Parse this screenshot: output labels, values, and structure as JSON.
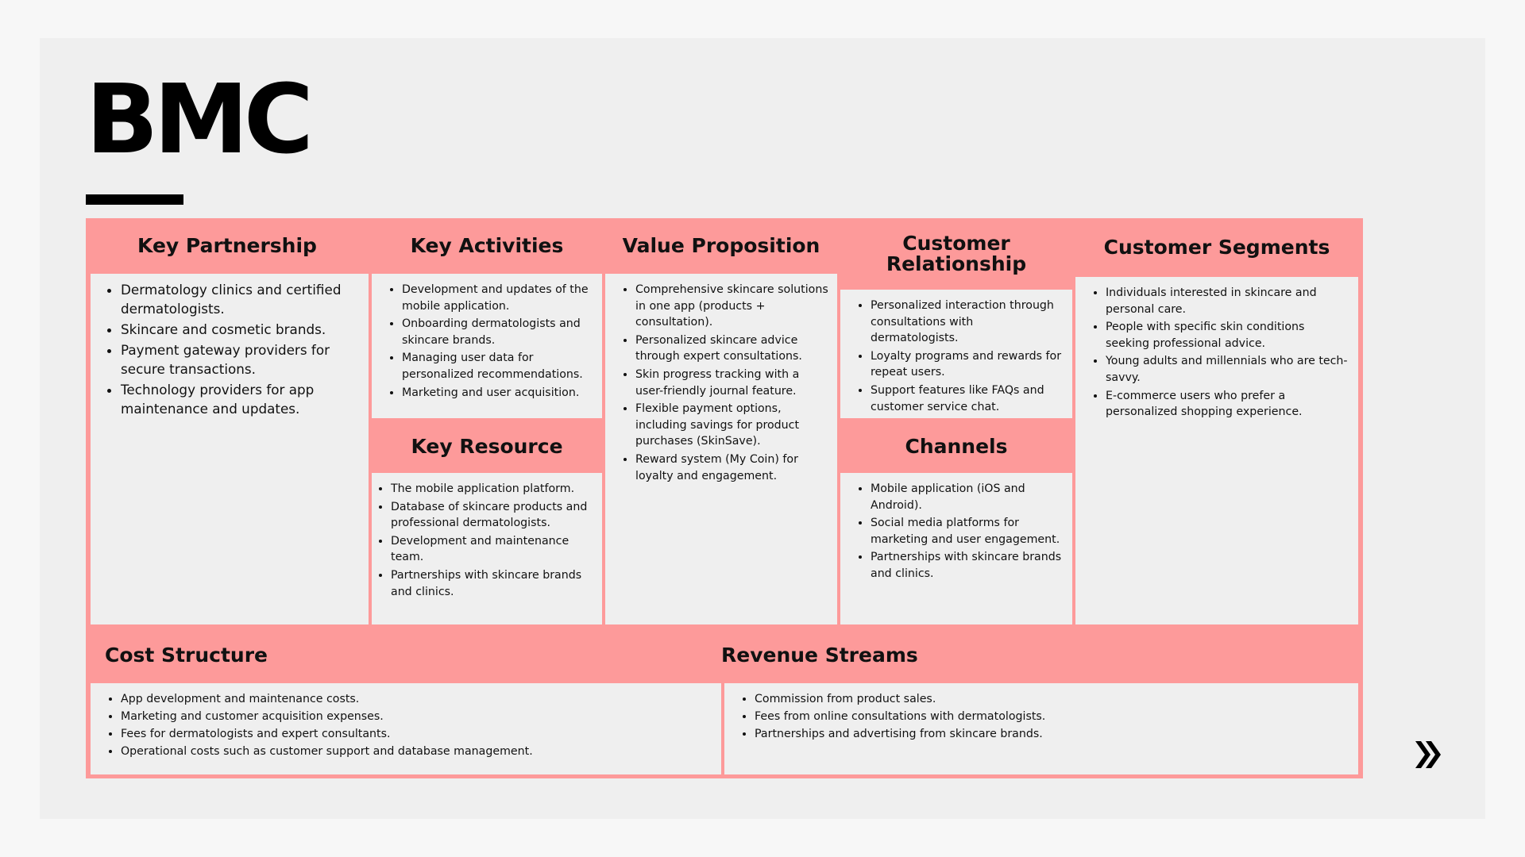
{
  "title": "BMC",
  "accent_color": "#fd9a9a",
  "sections": {
    "key_partnership": {
      "title": "Key Partnership",
      "items": [
        "Dermatology clinics and certified dermatologists.",
        "Skincare and cosmetic brands.",
        "Payment gateway providers for secure transactions.",
        "Technology providers for app maintenance and updates."
      ]
    },
    "key_activities": {
      "title": "Key Activities",
      "items": [
        "Development and updates of the mobile application.",
        "Onboarding dermatologists and skincare brands.",
        "Managing user data for personalized recommendations.",
        "Marketing and user acquisition."
      ]
    },
    "key_resource": {
      "title": "Key Resource",
      "items": [
        "The mobile application platform.",
        "Database of skincare products and professional dermatologists.",
        "Development and maintenance team.",
        "Partnerships with skincare brands and clinics."
      ]
    },
    "value_proposition": {
      "title": "Value Proposition",
      "items": [
        "Comprehensive skincare solutions in one app (products + consultation).",
        "Personalized skincare advice through expert consultations.",
        "Skin progress tracking with a user-friendly journal feature.",
        "Flexible payment options, including savings for product purchases (SkinSave).",
        "Reward system (My Coin) for loyalty and engagement."
      ]
    },
    "customer_relationship": {
      "title": "Customer Relationship",
      "items": [
        "Personalized interaction through consultations with dermatologists.",
        "Loyalty programs and rewards for repeat users.",
        "Support features like FAQs and customer service chat."
      ]
    },
    "channels": {
      "title": "Channels",
      "items": [
        "Mobile application (iOS and Android).",
        "Social media platforms for marketing and user engagement.",
        "Partnerships with skincare brands and clinics."
      ]
    },
    "customer_segments": {
      "title": "Customer Segments",
      "items": [
        "Individuals interested in skincare and personal care.",
        "People with specific skin conditions seeking professional advice.",
        "Young adults and millennials who are tech-savvy.",
        "E-commerce users who prefer a personalized shopping experience."
      ]
    },
    "cost_structure": {
      "title": "Cost Structure",
      "items": [
        "App development and maintenance costs.",
        "Marketing and customer acquisition expenses.",
        "Fees for dermatologists and expert consultants.",
        "Operational costs such as customer support and database management."
      ]
    },
    "revenue_streams": {
      "title": "Revenue Streams",
      "items": [
        "Commission from product sales.",
        "Fees from online consultations with dermatologists.",
        "Partnerships and advertising from skincare brands."
      ]
    }
  },
  "icons": {
    "next": "double-chevron-right-icon"
  }
}
